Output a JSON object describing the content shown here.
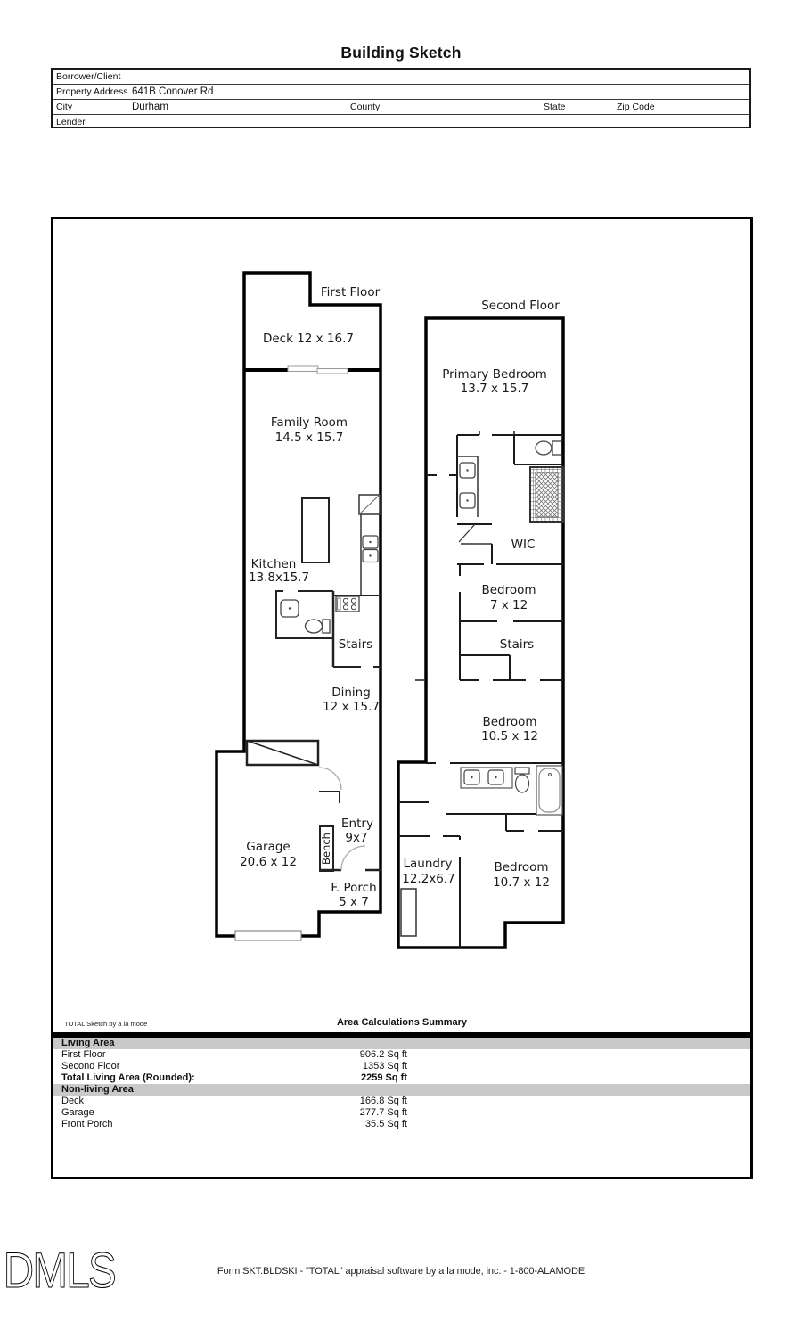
{
  "title": "Building Sketch",
  "form": {
    "borrower_label": "Borrower/Client",
    "property_address_label": "Property Address",
    "property_address_value": "641B Conover Rd",
    "city_label": "City",
    "city_value": "Durham",
    "county_label": "County",
    "state_label": "State",
    "zip_label": "Zip Code",
    "lender_label": "Lender"
  },
  "plan": {
    "first_floor": {
      "title": "First Floor",
      "deck": "Deck 12 x 16.7",
      "family": [
        "Family Room",
        "14.5 x 15.7"
      ],
      "kitchen": [
        "Kitchen",
        "13.8x15.7"
      ],
      "stairs": "Stairs",
      "dining": [
        "Dining",
        "12 x 15.7"
      ],
      "garage": [
        "Garage",
        "20.6 x 12"
      ],
      "entry": [
        "Entry",
        "9x7"
      ],
      "bench": "Bench",
      "porch": [
        "F. Porch",
        "5 x 7"
      ]
    },
    "second_floor": {
      "title": "Second Floor",
      "primary": [
        "Primary Bedroom",
        "13.7 x 15.7"
      ],
      "wic": "WIC",
      "bedroom_7x12": [
        "Bedroom",
        "7 x 12"
      ],
      "stairs": "Stairs",
      "bedroom_105x12": [
        "Bedroom",
        "10.5 x 12"
      ],
      "laundry": [
        "Laundry",
        "12.2x6.7"
      ],
      "bedroom_107x12": [
        "Bedroom",
        "10.7 x 12"
      ]
    }
  },
  "summary": {
    "watermark": "TOTAL Sketch by a la mode",
    "title": "Area Calculations Summary",
    "living_header": "Living Area",
    "living_rows": [
      {
        "label": "First Floor",
        "value": "906.2 Sq ft"
      },
      {
        "label": "Second Floor",
        "value": "1353 Sq ft"
      }
    ],
    "total_row": {
      "label": "Total Living Area (Rounded):",
      "value": "2259 Sq ft"
    },
    "nonliving_header": "Non-living Area",
    "nonliving_rows": [
      {
        "label": "Deck",
        "value": "166.8 Sq ft"
      },
      {
        "label": "Garage",
        "value": "277.7 Sq ft"
      },
      {
        "label": "Front Porch",
        "value": "35.5 Sq ft"
      }
    ]
  },
  "footer": {
    "logo": "DMLS",
    "text": "Form SKT.BLDSKI - \"TOTAL\" appraisal software by a la mode, inc. - 1-800-ALAMODE"
  }
}
